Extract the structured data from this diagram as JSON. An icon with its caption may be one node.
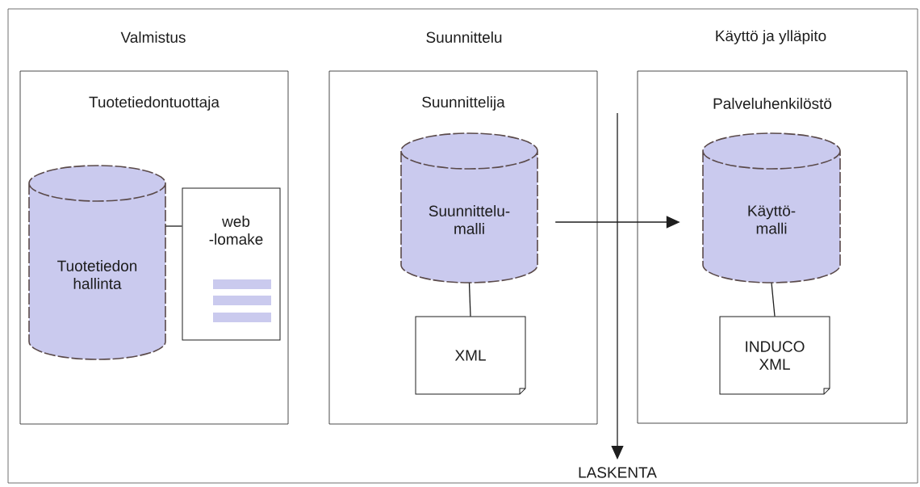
{
  "diagram": {
    "nodes": [
      {
        "text": [
          "Tuotetiedontuottaja"
        ]
      },
      {
        "text": [
          "Tuotetiedon hallinta"
        ],
        "in": 0
      },
      {
        "text": [
          "web -lomake"
        ],
        "in": 0
      },
      {
        "text": [
          "Suunnittelija"
        ]
      },
      {
        "text": [
          "Suunnittelu- malli"
        ],
        "in": 3
      },
      {
        "text": [
          "XML"
        ],
        "in": 3
      },
      {
        "text": [
          "Palveluhenkilöstö"
        ]
      },
      {
        "text": [
          "Käyttö- malli"
        ],
        "in": 6
      },
      {
        "text": [
          "INDUCO XML"
        ],
        "in": 6
      },
      {
        "text": [
          "LASKENTA"
        ]
      }
    ],
    "edges": [
      {
        "from": 1,
        "to": 2,
        "arrow": "none"
      },
      {
        "from": 4,
        "to": 5,
        "arrow": "none"
      },
      {
        "from": 7,
        "to": 8,
        "arrow": "none"
      },
      {
        "from": 4,
        "to": 7,
        "arrow": "to"
      },
      {
        "from": null,
        "to": 9,
        "arrow": "to"
      }
    ],
    "labels": [
      "Valmistus",
      "Suunnittelu",
      "Käyttö ja ylläpito"
    ]
  }
}
